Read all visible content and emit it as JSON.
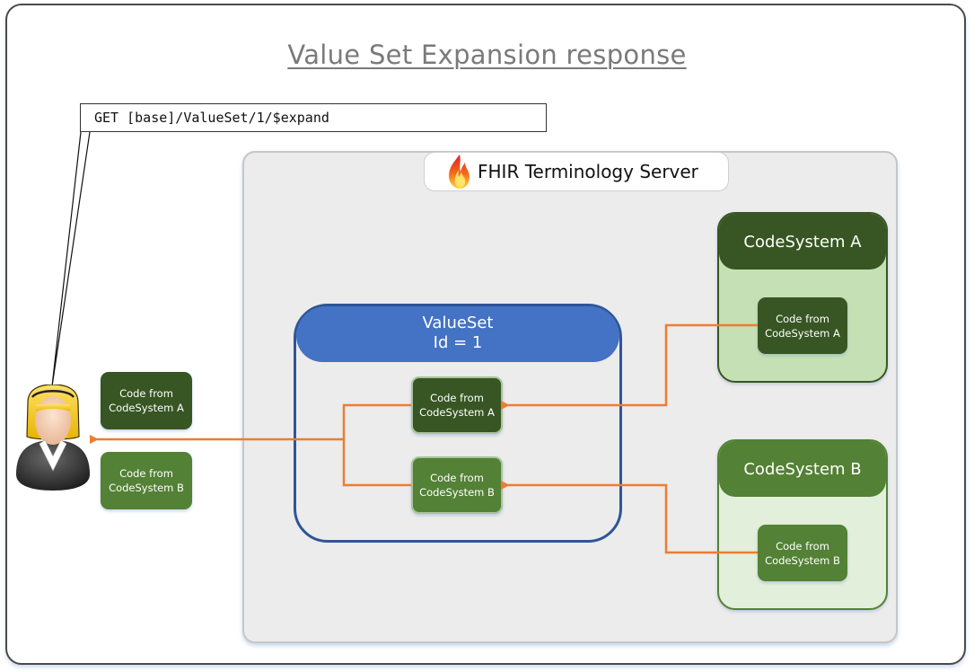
{
  "title": "Value Set Expansion response",
  "request": {
    "text": "GET [base]/ValueSet/1/$expand"
  },
  "server": {
    "label": "FHIR Terminology Server",
    "icon": "fhir-flame-icon"
  },
  "valueset": {
    "title_line1": "ValueSet",
    "title_line2": "Id = 1",
    "codes": [
      {
        "line1": "Code from",
        "line2": "CodeSystem A"
      },
      {
        "line1": "Code from",
        "line2": "CodeSystem B"
      }
    ]
  },
  "codesystems": [
    {
      "title": "CodeSystem A",
      "code": {
        "line1": "Code from",
        "line2": "CodeSystem A"
      }
    },
    {
      "title": "CodeSystem B",
      "code": {
        "line1": "Code from",
        "line2": "CodeSystem B"
      }
    }
  ],
  "client": {
    "icon": "user-icon",
    "received_codes": [
      {
        "line1": "Code from",
        "line2": "CodeSystem A"
      },
      {
        "line1": "Code from",
        "line2": "CodeSystem B"
      }
    ]
  },
  "colors": {
    "arrow": "#ed7d31",
    "valueset_blue": "#4472c4",
    "valueset_border": "#2f5597",
    "codesystem_a_dark": "#375623",
    "codesystem_b_green": "#538135",
    "codesystem_a_bg": "#c5e0b4",
    "codesystem_b_bg": "#e2efda",
    "server_bg": "#ececec",
    "title_gray": "#7a7a7a"
  }
}
